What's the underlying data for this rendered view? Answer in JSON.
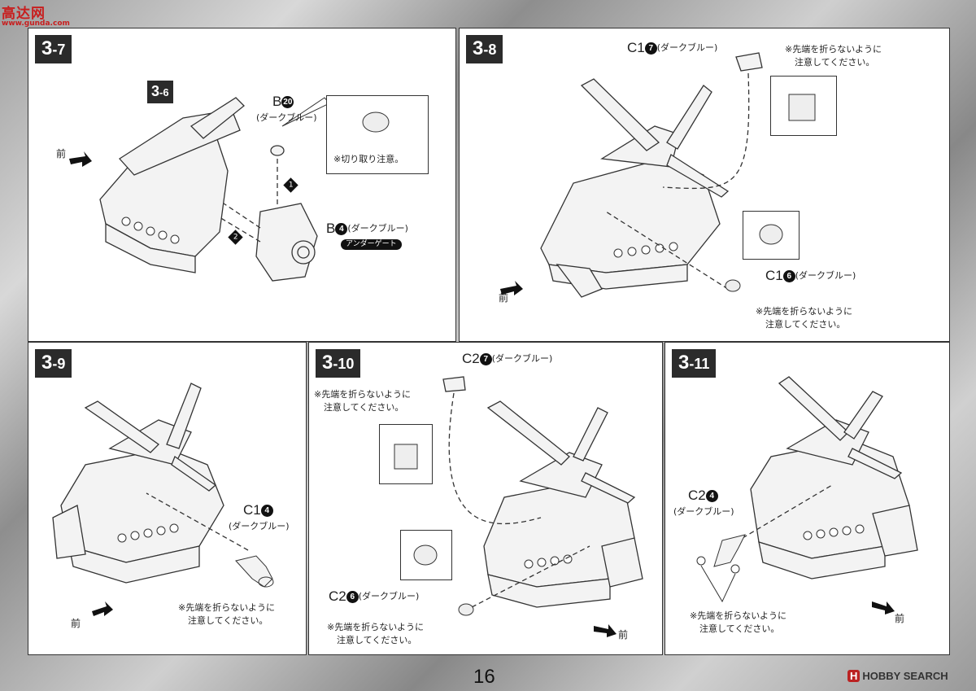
{
  "watermark": {
    "site": "高达网",
    "url": "www.gunda.com"
  },
  "colors": {
    "panel_bg": "#ffffff",
    "step_bg": "#2b2b2b",
    "accent": "#c81e1e"
  },
  "panels": {
    "p37": {
      "step_main": "3",
      "step_sub": "-7",
      "ref_main": "3",
      "ref_sub": "-6",
      "front": "前",
      "partB20": {
        "code": "B",
        "num": "20",
        "color": "(ダークブルー)"
      },
      "callout_note": "※切り取り注意。",
      "partB4": {
        "code": "B",
        "num": "4",
        "color": "(ダークブルー)"
      },
      "tag": "アンダーゲート",
      "seq1": "1",
      "seq2": "2"
    },
    "p38": {
      "step_main": "3",
      "step_sub": "-8",
      "partC1_7": {
        "code": "C1",
        "num": "7",
        "color": "(ダークブルー)"
      },
      "note_top_1": "※先端を折らないように",
      "note_top_2": "注意してください。",
      "partC1_6": {
        "code": "C1",
        "num": "6",
        "color": "(ダークブルー)"
      },
      "note_bot_1": "※先端を折らないように",
      "note_bot_2": "注意してください。",
      "front": "前"
    },
    "p39": {
      "step_main": "3",
      "step_sub": "-9",
      "partC1_4": {
        "code": "C1",
        "num": "4",
        "color": "(ダークブルー)"
      },
      "note_1": "※先端を折らないように",
      "note_2": "注意してください。",
      "front": "前"
    },
    "p310": {
      "step_main": "3",
      "step_sub": "-10",
      "partC2_7": {
        "code": "C2",
        "num": "7",
        "color": "(ダークブルー)"
      },
      "note_top_1": "※先端を折らないように",
      "note_top_2": "注意してください。",
      "partC2_6": {
        "code": "C2",
        "num": "6",
        "color": "(ダークブルー)"
      },
      "note_bot_1": "※先端を折らないように",
      "note_bot_2": "注意してください。",
      "front": "前"
    },
    "p311": {
      "step_main": "3",
      "step_sub": "-11",
      "partC2_4": {
        "code": "C2",
        "num": "4",
        "color": "(ダークブルー)"
      },
      "note_1": "※先端を折らないように",
      "note_2": "注意してください。",
      "front": "前"
    }
  },
  "page_number": "16",
  "footer_logo": {
    "mark": "H",
    "text": "HOBBY SEARCH"
  }
}
